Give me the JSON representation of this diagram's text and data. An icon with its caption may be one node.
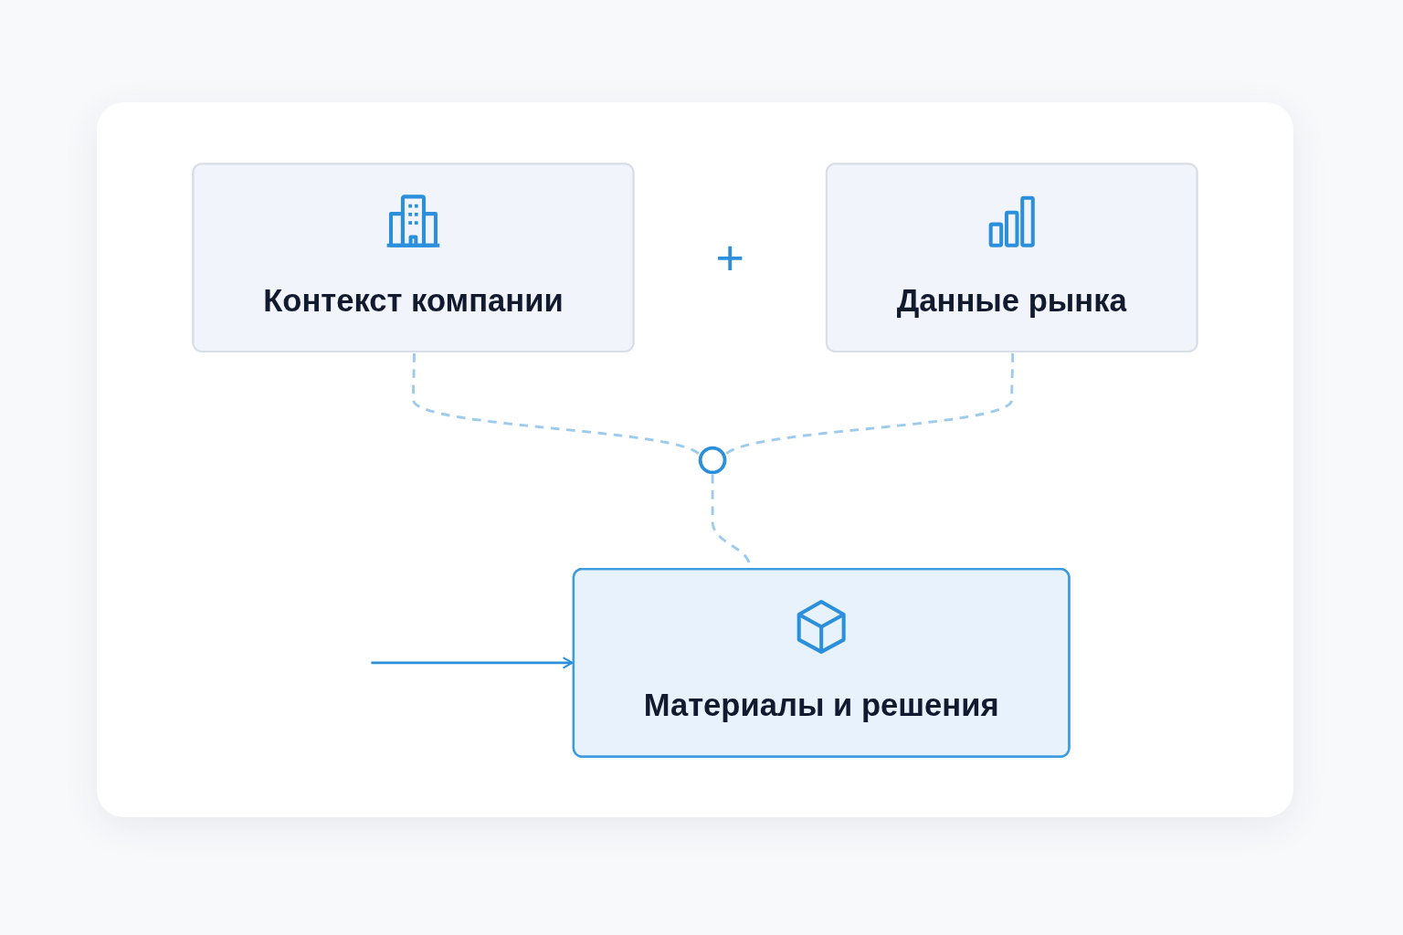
{
  "diagram": {
    "nodes": [
      {
        "text": [
          "Контекст компании"
        ]
      },
      {
        "text": [
          "Данные рынка"
        ]
      },
      {
        "text": [],
        "shape": "circle"
      },
      {
        "text": [
          "Материалы и решения"
        ]
      }
    ],
    "edges": [
      {
        "from": 0,
        "to": 2,
        "arrow": "none",
        "style": "dashed"
      },
      {
        "from": 1,
        "to": 2,
        "arrow": "none",
        "style": "dashed"
      },
      {
        "from": 2,
        "to": 3,
        "arrow": "none",
        "style": "dashed"
      },
      {
        "from": null,
        "to": 3,
        "arrow": "to",
        "color": "#2b8fdc"
      }
    ],
    "labels": [
      "+"
    ]
  }
}
